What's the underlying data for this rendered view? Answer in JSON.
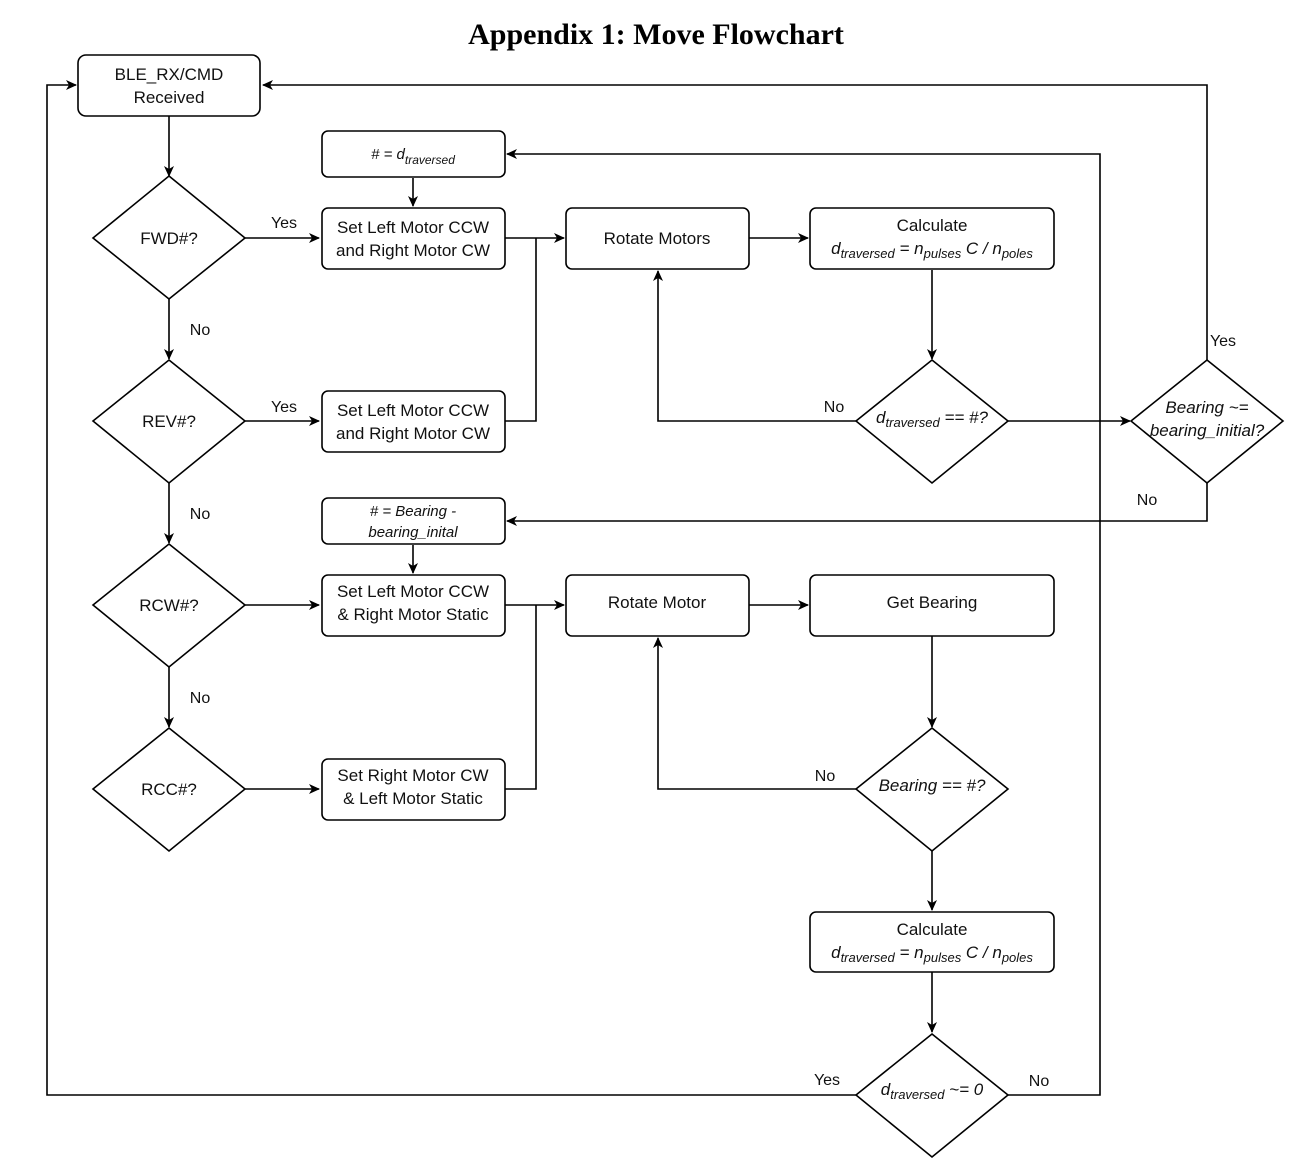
{
  "title": "Appendix 1: Move Flowchart",
  "start": {
    "line1": "BLE_RX/CMD",
    "line2": "Received"
  },
  "decisions": {
    "fwd": "FWD#?",
    "rev": "REV#?",
    "rcw": "RCW#?",
    "rcc": "RCC#?",
    "d_traversed_eq": {
      "var": "d",
      "sub": "traversed",
      "rest": " == #?"
    },
    "bearing_approx": {
      "line1": "Bearing ~=",
      "line2": "bearing_initial?"
    },
    "bearing_eq": "Bearing == #?",
    "d_traversed_zero": {
      "var": "d",
      "sub": "traversed",
      "rest": " ~= 0"
    }
  },
  "processes": {
    "set_distance": {
      "prefix": "# = d",
      "sub": "traversed"
    },
    "fwd_motors": {
      "line1": "Set Left Motor CCW",
      "line2": "and Right Motor CW"
    },
    "rev_motors": {
      "line1": "Set Left Motor CCW",
      "line2": "and Right Motor CW"
    },
    "rotate_motors": "Rotate Motors",
    "calc_top": {
      "line1": "Calculate",
      "formula": {
        "d": "d",
        "d_sub": "traversed",
        "eq": " = n",
        "n_sub": "pulses",
        "mid": " C / n",
        "p_sub": "poles"
      }
    },
    "set_bearing": {
      "line1": "# = Bearing -",
      "line2": "bearing_inital"
    },
    "rcw_motors": {
      "line1": "Set Left Motor CCW",
      "line2": "& Right Motor Static"
    },
    "rcc_motors": {
      "line1": "Set Right Motor CW",
      "line2": "& Left Motor Static"
    },
    "rotate_motor": "Rotate Motor",
    "get_bearing": "Get Bearing",
    "calc_bottom": {
      "line1": "Calculate",
      "formula": {
        "d": "d",
        "d_sub": "traversed",
        "eq": " = n",
        "n_sub": "pulses",
        "mid": " C / n",
        "p_sub": "poles"
      }
    }
  },
  "edge_labels": {
    "fwd_yes": "Yes",
    "fwd_no": "No",
    "rev_yes": "Yes",
    "rev_no": "No",
    "rcw_no": "No",
    "d_eq_no": "No",
    "bearing_approx_yes": "Yes",
    "bearing_approx_no": "No",
    "bearing_eq_no": "No",
    "d_zero_yes": "Yes",
    "d_zero_no": "No"
  }
}
